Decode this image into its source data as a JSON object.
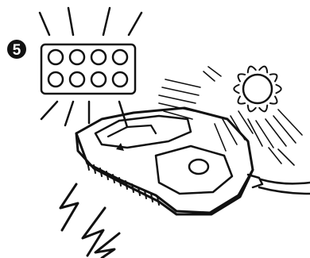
{
  "step": {
    "number": "5"
  },
  "display": {
    "rows": 2,
    "cols": 4
  },
  "colors": {
    "ink": "#111111",
    "paper": "#ffffff"
  },
  "icons": {
    "indicator": "led-indicator-panel-icon",
    "remote": "remote-transmitter-icon",
    "sun": "sun-icon",
    "signal": "lightning-signal-icon"
  }
}
